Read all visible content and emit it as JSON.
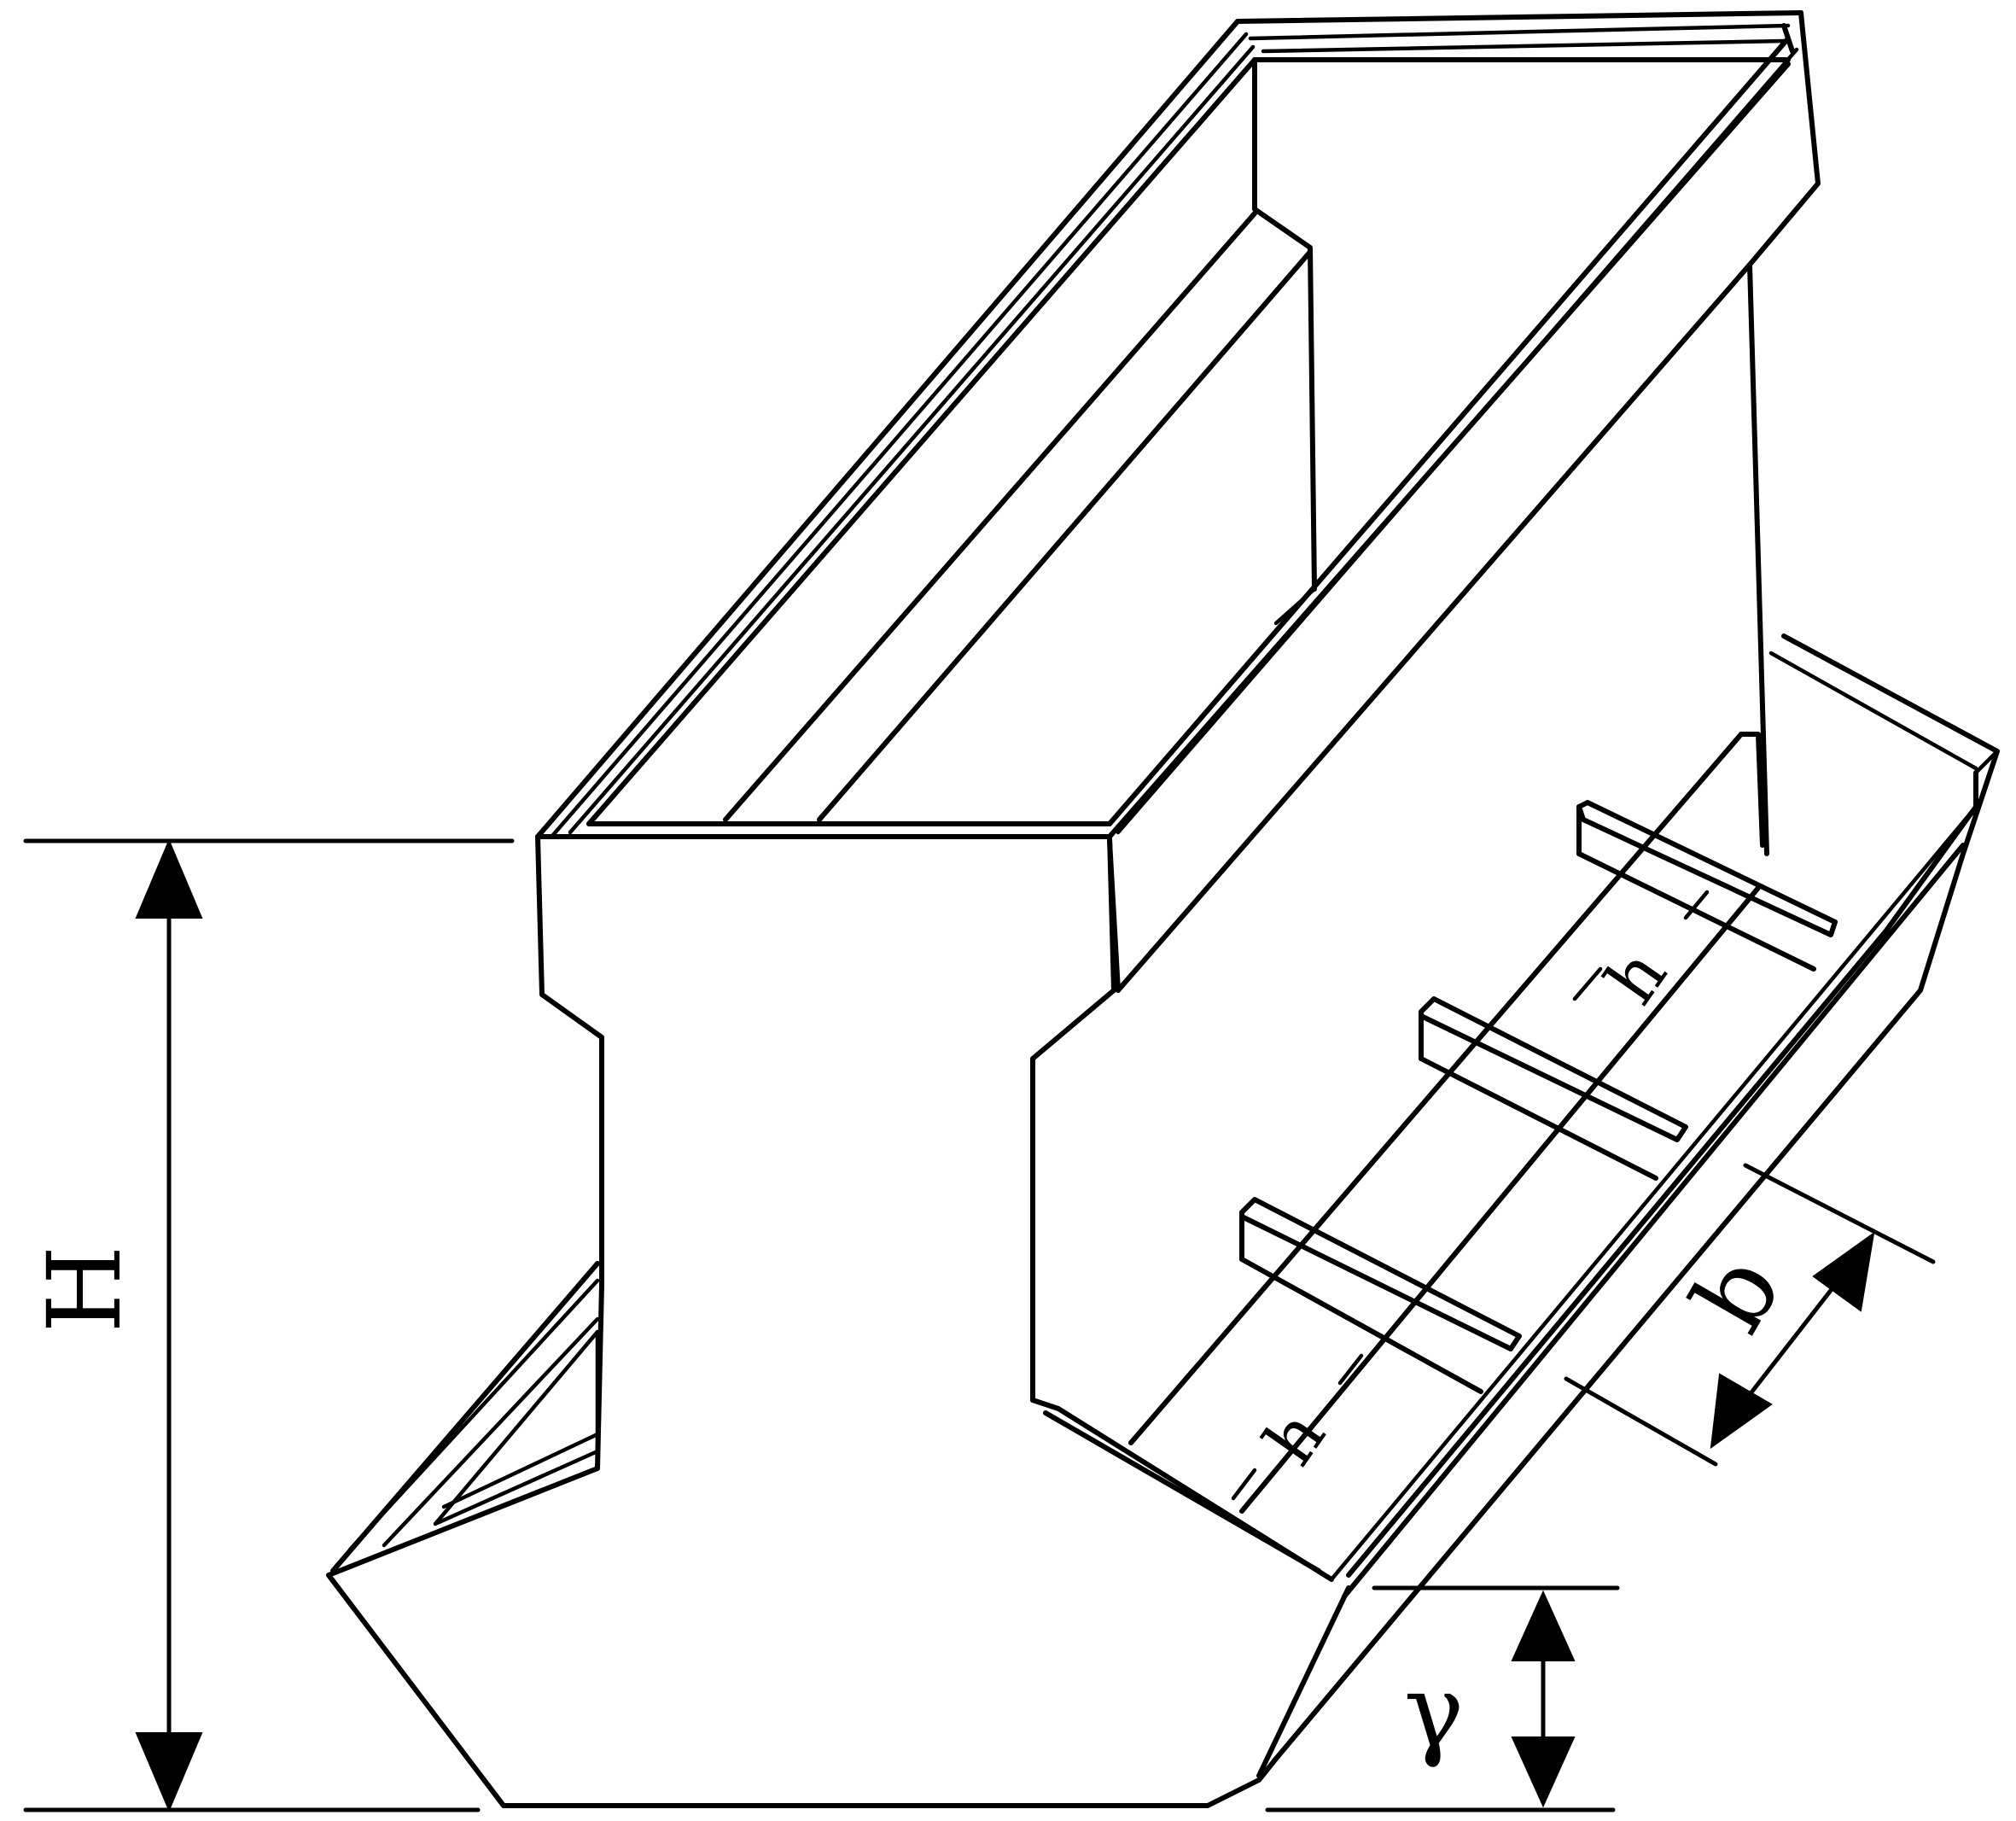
{
  "labels": {
    "height": "H",
    "width": "b",
    "angle": "γ",
    "rib_1": "h",
    "rib_2": "h"
  }
}
